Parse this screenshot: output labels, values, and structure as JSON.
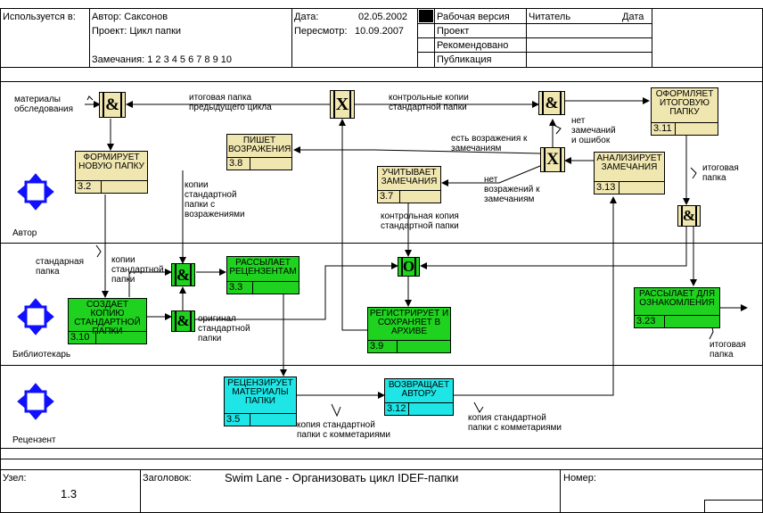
{
  "header": {
    "used_at_label": "Используется в:",
    "author": "Автор: Саксонов",
    "project": "Проект: Цикл папки",
    "remarks_label": "Замечания: ",
    "remarks_numbers": "1 2 3 4 5 6 7 8 9 10",
    "date_label": "Дата:",
    "date_value": "02.05.2002",
    "revision_label": "Пересмотр:",
    "revision_value": "10.09.2007",
    "status_rows": [
      "Рабочая версия",
      "Проект",
      "Рекомендовано",
      "Публикация"
    ],
    "reader_label": "Читатель",
    "reader_date_label": "Дата"
  },
  "lanes": {
    "author": "Автор",
    "librarian": "Библиотекарь",
    "reviewer": "Рецензент"
  },
  "activities": [
    {
      "id": "3.2",
      "label": "ФОРМИРУЕТ НОВУЮ ПАПКУ"
    },
    {
      "id": "3.8",
      "label": "ПИШЕТ ВОЗРАЖЕНИЯ"
    },
    {
      "id": "3.7",
      "label": "УЧИТЫВАЕТ ЗАМЕЧАНИЯ"
    },
    {
      "id": "3.11",
      "label": "ОФОРМЛЯЕТ ИТОГОВУЮ ПАПКУ"
    },
    {
      "id": "3.13",
      "label": "АНАЛИЗИРУЕТ ЗАМЕЧАНИЯ"
    },
    {
      "id": "3.3",
      "label": "РАССЫЛАЕТ РЕЦЕНЗЕНТАМ"
    },
    {
      "id": "3.10",
      "label": "СОЗДАЕТ КОПИЮ СТАНДАРТНОЙ ПАПКИ"
    },
    {
      "id": "3.9",
      "label": "РЕГИСТРИРУЕТ И СОХРАНЯЕТ В АРХИВЕ"
    },
    {
      "id": "3.23",
      "label": "РАССЫЛАЕТ ДЛЯ ОЗНАКОМЛЕНИЯ"
    },
    {
      "id": "3.5",
      "label": "РЕЦЕНЗИРУЕТ МАТЕРИАЛЫ ПАПКИ"
    },
    {
      "id": "3.12",
      "label": "ВОЗВРАЩАЕТ АВТОРУ"
    }
  ],
  "junctions": {
    "and": "&",
    "xor": "X",
    "or": "O"
  },
  "notes": {
    "materials": "материалы\nобследования",
    "prev_folder": "итоговая папка\nпредыдущего цикла",
    "control_copies": "контрольные копии\nстандартной папки",
    "no_remarks": "нет\nзамечаний\nи ошибок",
    "has_objections": "есть возражения к\nзамечаниям",
    "copies_with_obj": "копии\nстандартной\nпапки с\nвозражениями",
    "no_objections": "нет\nвозражений к\nзамечаниям",
    "control_copy": "контрольная копия\nстандартной папки",
    "final_folder_1": "итоговая\nпапка",
    "standard_folder": "стандарная\nпапка",
    "std_copies": "копии\nстандартной\nпапки",
    "original": "оригинал\nстандартной\nпапки",
    "final_folder_2": "итоговая\nпапка",
    "copies_comments_1": "копия стандартной\nпапки с комметариями",
    "copies_comments_2": "копия стандартной\nпапки с комметариями"
  },
  "footer": {
    "node_label": "Узел:",
    "node_value": "1.3",
    "title_label": "Заголовок:",
    "title_value": "Swim Lane - Организовать цикл IDEF-папки",
    "number_label": "Номер:"
  },
  "colors": {
    "tan": "#f0e6b0",
    "green": "#1fd21f",
    "cyan": "#1ee6e6",
    "actor": "#1010ff"
  }
}
